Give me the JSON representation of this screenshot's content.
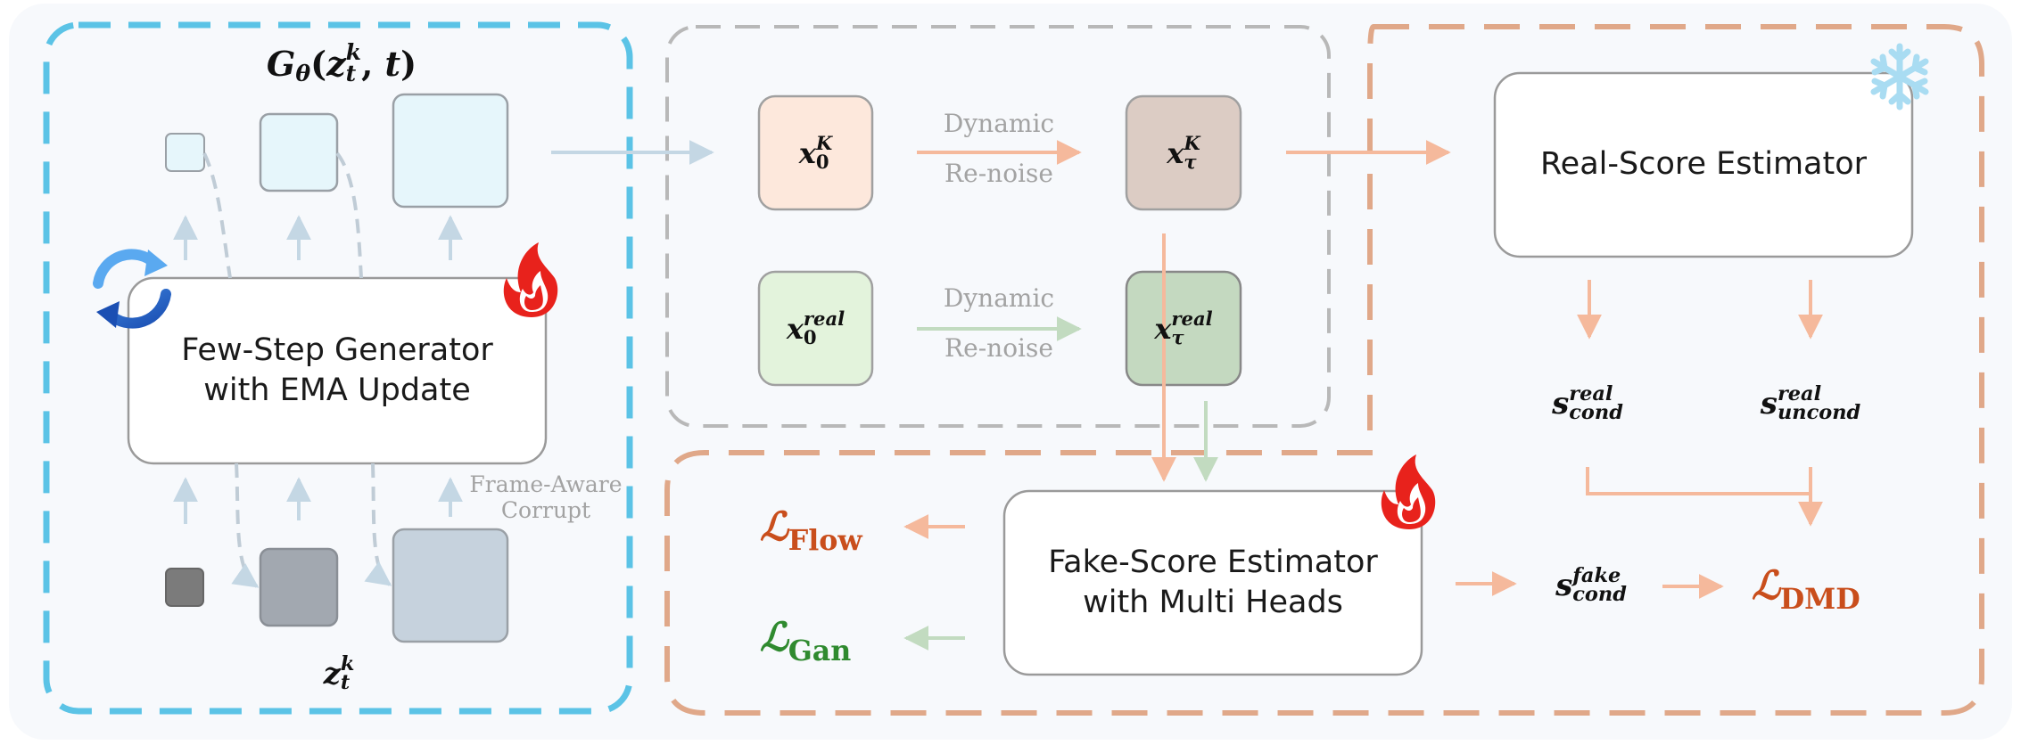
{
  "generator": {
    "formula": {
      "base": "G",
      "theta": "θ",
      "z": "z",
      "z_sup": "k",
      "z_sub": "t",
      "t": "t"
    },
    "box_line1": "Few-Step Generator",
    "box_line2": "with EMA Update",
    "input": {
      "base": "z",
      "sup": "k",
      "sub": "t"
    },
    "corrupt_line1": "Frame-Aware",
    "corrupt_line2": "Corrupt"
  },
  "noise": {
    "x0K": {
      "base": "x",
      "sup": "K",
      "sub": "0"
    },
    "xtauK": {
      "base": "x",
      "sup": "K",
      "sub": "τ"
    },
    "x0real": {
      "base": "x",
      "sup": "real",
      "sub": "0"
    },
    "xtaureal": {
      "base": "x",
      "sup": "real",
      "sub": "τ"
    },
    "renoise_top_1": "Dynamic",
    "renoise_top_2": "Re-noise",
    "renoise_bottom_1": "Dynamic",
    "renoise_bottom_2": "Re-noise"
  },
  "real_score": {
    "label": "Real-Score Estimator",
    "s_cond": {
      "base": "s",
      "sup": "real",
      "sub": "cond"
    },
    "s_uncond": {
      "base": "s",
      "sup": "real",
      "sub": "uncond"
    }
  },
  "fake_score": {
    "label_line1": "Fake-Score Estimator",
    "label_line2": "with Multi Heads",
    "s_fake": {
      "base": "s",
      "sup": "fake",
      "sub": "cond"
    }
  },
  "losses": {
    "flow": {
      "symbol": "ℒ",
      "sub": "Flow"
    },
    "gan": {
      "symbol": "ℒ",
      "sub": "Gan"
    },
    "dmd": {
      "symbol": "ℒ",
      "sub": "DMD"
    }
  },
  "colors": {
    "generator_border": "#5bc3e6",
    "noise_border": "#b5b5b5",
    "score_border": "#e0a889",
    "peach_arrow": "#f5b99c",
    "green_arrow": "#c2dbc0",
    "blue_arrow": "#c4d7e4",
    "flow_loss": "#c94e1c",
    "gan_loss": "#2f8a2f",
    "dmd_loss": "#c94e1c"
  },
  "icons": [
    "cycle-icon",
    "fire-icon",
    "snowflake-icon"
  ]
}
